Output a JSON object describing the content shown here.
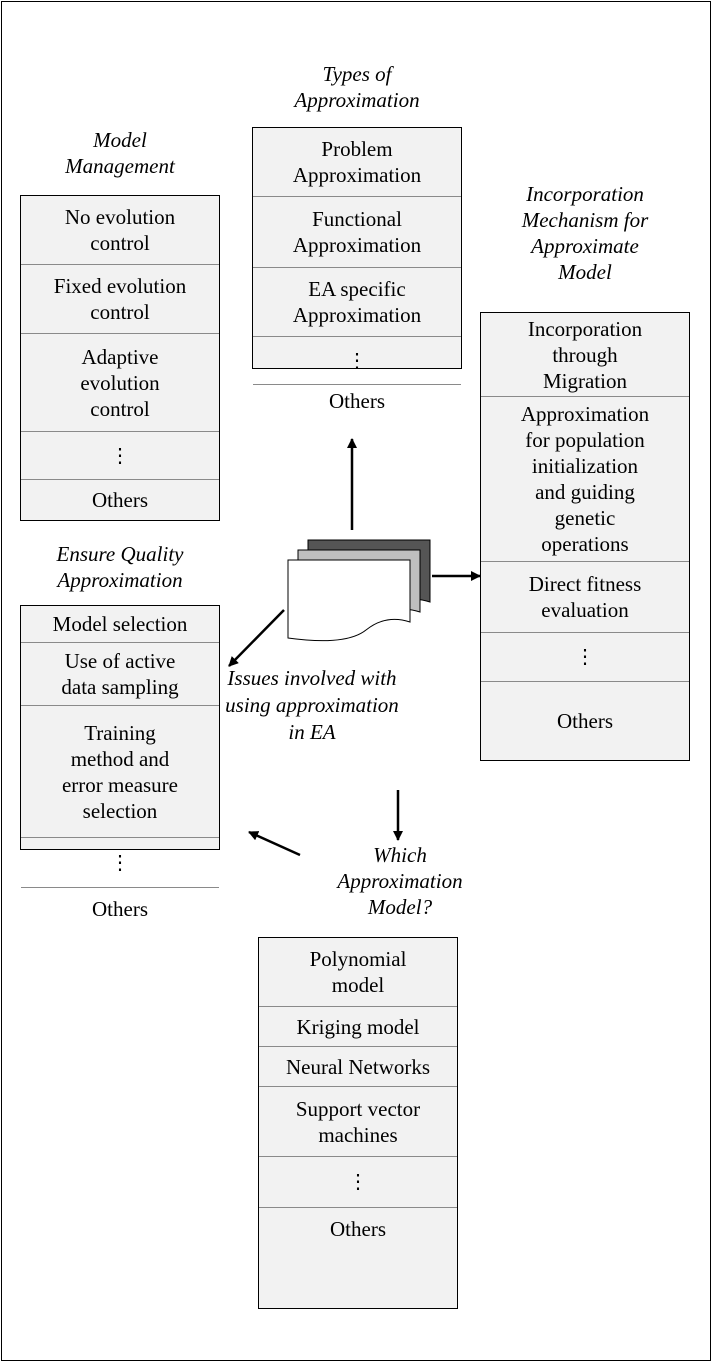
{
  "center": {
    "label": "Issues involved with\nusing approximation\nin EA"
  },
  "groups": {
    "types": {
      "title": "Types of\nApproximation",
      "items": [
        "Problem\nApproximation",
        "Functional\nApproximation",
        "EA specific\nApproximation",
        "⋮",
        "Others"
      ]
    },
    "model_management": {
      "title": "Model\nManagement",
      "items": [
        "No evolution\ncontrol",
        "Fixed evolution\ncontrol",
        "Adaptive\nevolution\ncontrol",
        "⋮",
        "Others"
      ]
    },
    "incorporation": {
      "title": "Incorporation\nMechanism for\nApproximate\nModel",
      "items": [
        "Incorporation\nthrough\nMigration",
        "Approximation\nfor population\ninitialization\nand guiding\ngenetic\noperations",
        "Direct fitness\nevaluation",
        "⋮",
        "Others"
      ]
    },
    "quality": {
      "title": "Ensure Quality\nApproximation",
      "items": [
        "Model selection",
        "Use of active\ndata sampling",
        "Training\nmethod and\nerror measure\nselection",
        "⋮",
        "Others"
      ]
    },
    "which_model": {
      "title": "Which\nApproximation\nModel?",
      "items": [
        "Polynomial\nmodel",
        "Kriging model",
        "Neural Networks",
        "Support vector\nmachines",
        "⋮",
        "Others"
      ]
    }
  }
}
